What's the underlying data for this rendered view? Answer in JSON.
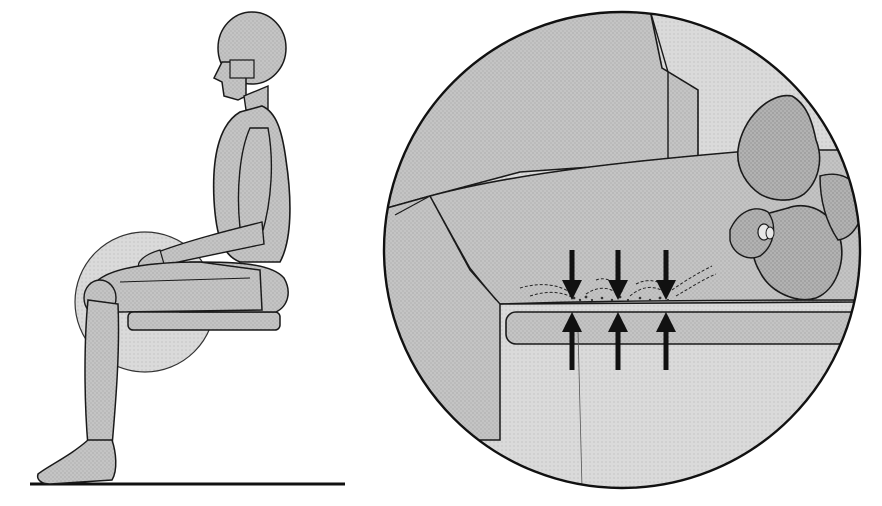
{
  "figure": {
    "left_panel": "seated-figure-side-view",
    "right_panel": "magnified-thigh-seat-contact"
  },
  "colors": {
    "figure_fill": "#c2c2c2",
    "figure_light": "#d9d9d9",
    "detail_fill": "#b6b6b6",
    "outline": "#1a1a1a",
    "arrow": "#111111",
    "background": "#ffffff"
  },
  "pressure_arrows": {
    "count": 3
  }
}
